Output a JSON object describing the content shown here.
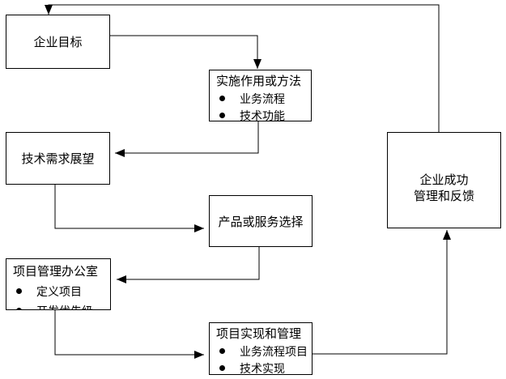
{
  "diagram": {
    "colors": {
      "background": "#ffffff",
      "line": "#000000",
      "box_fill": "#ffffff",
      "text": "#000000"
    },
    "boxes": {
      "goals": {
        "title": "企业目标"
      },
      "methods": {
        "title": "实施作用或方法",
        "bullets": [
          "业务流程",
          "技术功能"
        ]
      },
      "tech_outlook": {
        "title": "技术需求展望"
      },
      "product": {
        "title": "产品或服务选择"
      },
      "pmo": {
        "title": "项目管理办公室",
        "bullets": [
          "定义项目",
          "开发优先级"
        ]
      },
      "implementation": {
        "title": "项目实现和管理",
        "bullets": [
          "业务流程项目",
          "技术实现"
        ]
      },
      "success": {
        "line1": "企业成功",
        "line2": "管理和反馈"
      }
    }
  }
}
